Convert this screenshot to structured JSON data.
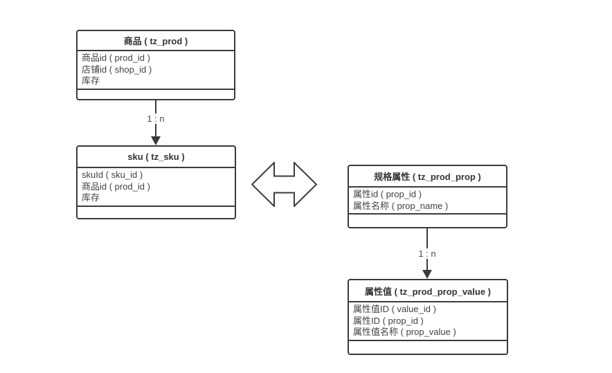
{
  "diagram": {
    "entities": [
      {
        "title": "商品 ( tz_prod )",
        "fields": [
          "商品id ( prod_id )",
          "店铺id ( shop_id )",
          "库存"
        ]
      },
      {
        "title": "sku ( tz_sku )",
        "fields": [
          "skuId ( sku_id )",
          "商品id ( prod_id )",
          "库存"
        ]
      },
      {
        "title": "规格属性 ( tz_prod_prop )",
        "fields": [
          "属性id ( prop_id )",
          "属性名称 ( prop_name )"
        ]
      },
      {
        "title": "属性值 ( tz_prod_prop_value )",
        "fields": [
          "属性值ID ( value_id )",
          "属性ID ( prop_id )",
          "属性值名称 ( prop_value )"
        ]
      }
    ],
    "connectors": [
      {
        "from": "商品 ( tz_prod )",
        "to": "sku ( tz_sku )",
        "label": "1 : n"
      },
      {
        "from": "规格属性 ( tz_prod_prop )",
        "to": "属性值 ( tz_prod_prop_value )",
        "label": "1 : n"
      }
    ],
    "colors": {
      "line": "#3a3a3a",
      "text": "#424242",
      "background": "#ffffff"
    }
  }
}
